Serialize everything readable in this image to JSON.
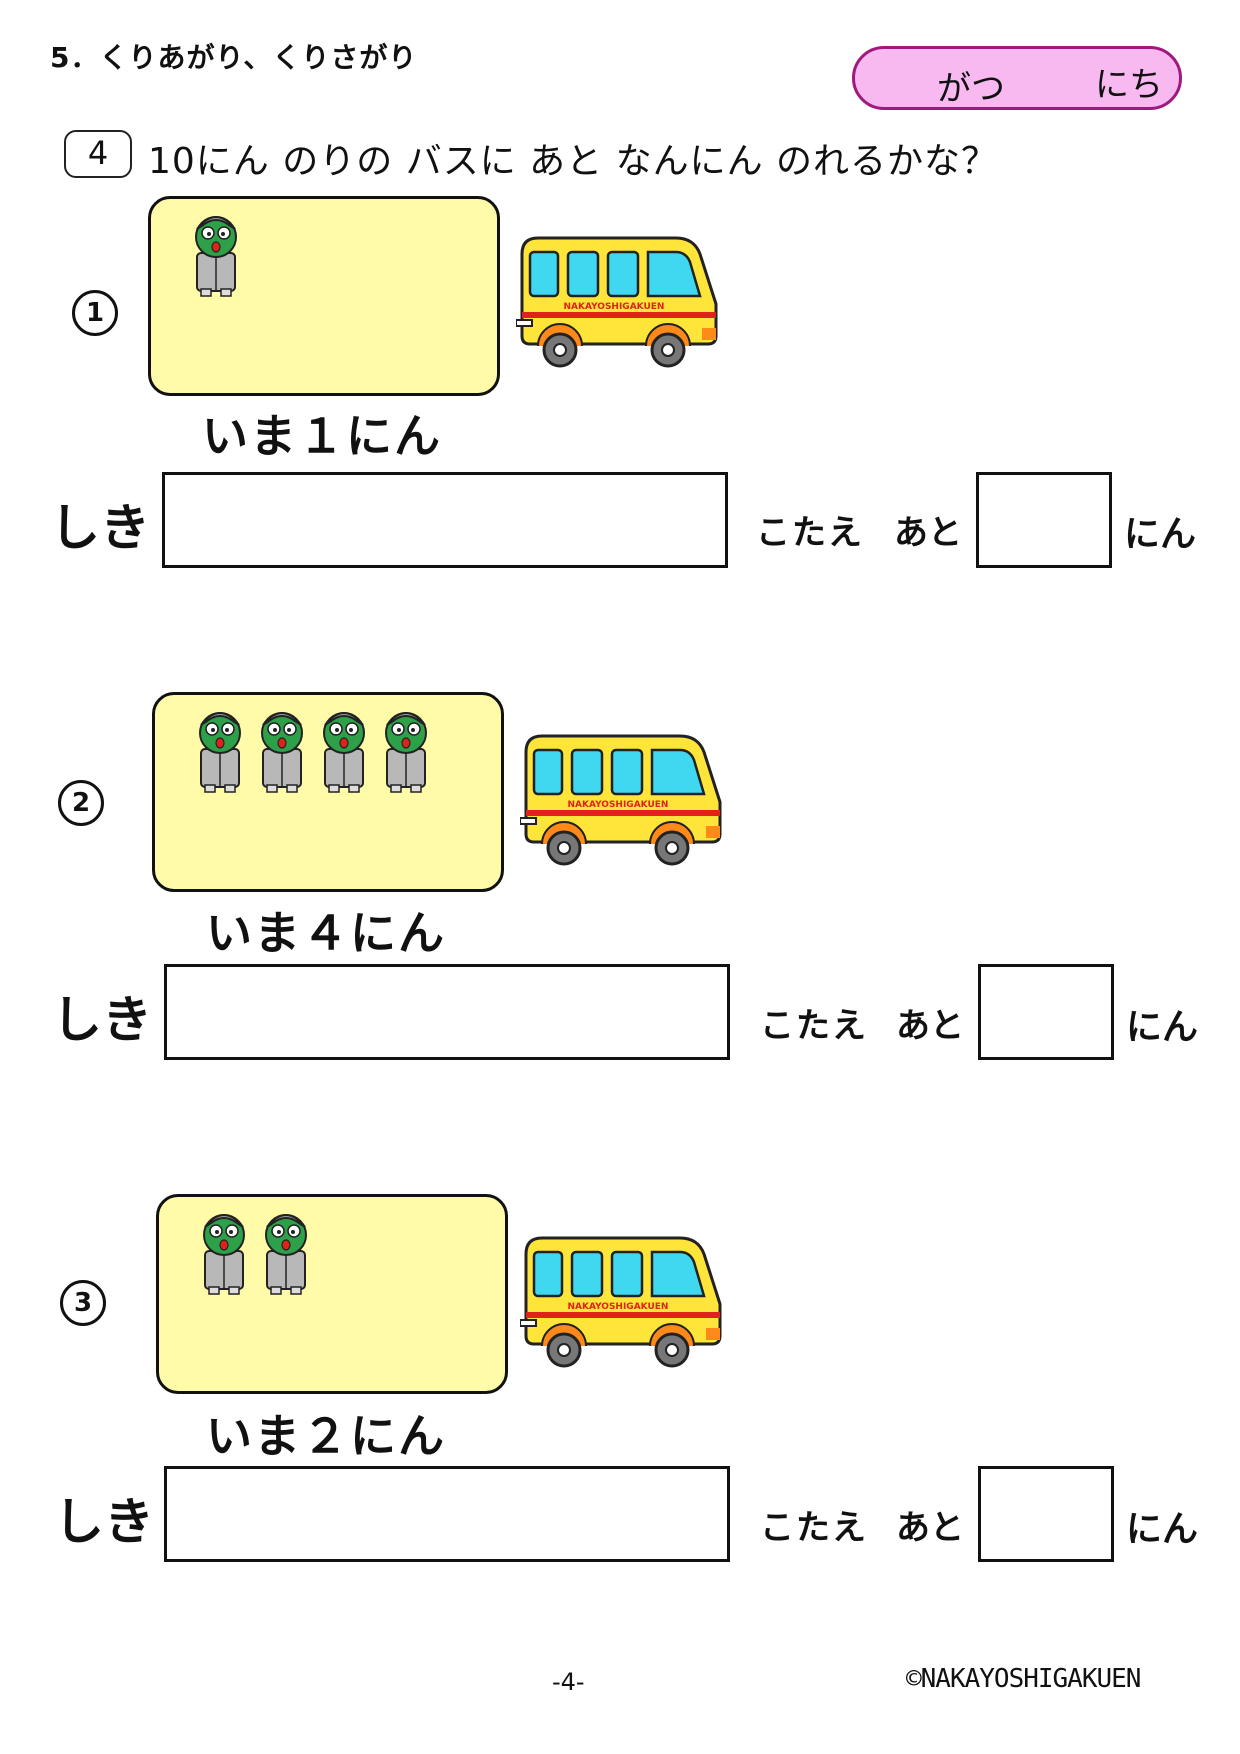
{
  "header": {
    "title": "5．くりあがり、くりさがり"
  },
  "date": {
    "month_label": "がつ",
    "day_label": "にち"
  },
  "problem": {
    "number": "4",
    "question": "10にん のりの バスに あと なんにん のれるかな？"
  },
  "subproblems": [
    {
      "marker": "1",
      "now_label": "いま１にん",
      "riders": 1,
      "shiki_label": "しき",
      "kotae_label": "こたえ",
      "ato_label": "あと",
      "nin_label": "にん"
    },
    {
      "marker": "2",
      "now_label": "いま４にん",
      "riders": 4,
      "shiki_label": "しき",
      "kotae_label": "こたえ",
      "ato_label": "あと",
      "nin_label": "にん"
    },
    {
      "marker": "3",
      "now_label": "いま２にん",
      "riders": 2,
      "shiki_label": "しき",
      "kotae_label": "こたえ",
      "ato_label": "あと",
      "nin_label": "にん"
    }
  ],
  "bus": {
    "logo_text": "NAKAYOSHIGAKUEN"
  },
  "footer": {
    "page": "-4-",
    "copyright": "©NAKAYOSHIGAKUEN"
  },
  "colors": {
    "panel": "#fffba8",
    "bus_body": "#ffe53a",
    "bus_window": "#3fd8f0",
    "bus_stripe": "#e0221a",
    "date_box": "#f8b8f0",
    "date_border": "#a0197e",
    "character_face": "#2ea04a"
  }
}
